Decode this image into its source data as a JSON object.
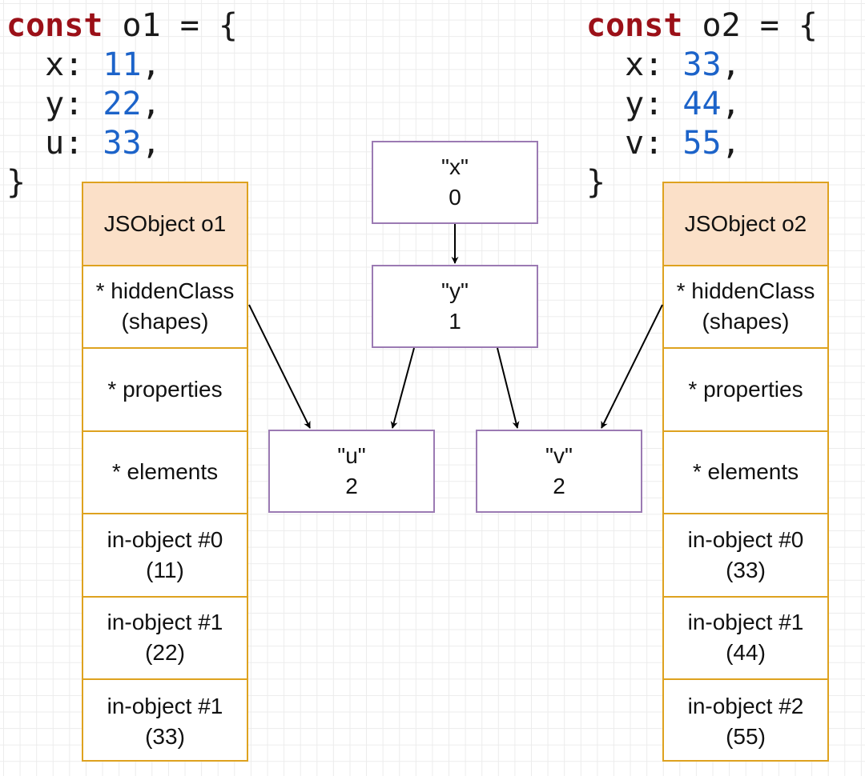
{
  "code_o1": {
    "keyword": "const",
    "decl": " o1 = {",
    "props": [
      {
        "key": "  x: ",
        "value": "11",
        "suffix": ","
      },
      {
        "key": "  y: ",
        "value": "22",
        "suffix": ","
      },
      {
        "key": "  u: ",
        "value": "33",
        "suffix": ","
      }
    ],
    "close": "}"
  },
  "code_o2": {
    "keyword": "const",
    "decl": " o2 = {",
    "props": [
      {
        "key": "  x: ",
        "value": "33",
        "suffix": ","
      },
      {
        "key": "  y: ",
        "value": "44",
        "suffix": ","
      },
      {
        "key": "  v: ",
        "value": "55",
        "suffix": ","
      }
    ],
    "close": "}"
  },
  "object_o1": {
    "title": "JSObject o1",
    "cells": [
      "* hiddenClass\n(shapes)",
      "* properties",
      "* elements",
      "in-object #0\n(11)",
      "in-object #1\n(22)",
      "in-object #1\n(33)"
    ]
  },
  "object_o2": {
    "title": "JSObject o2",
    "cells": [
      "* hiddenClass\n(shapes)",
      "* properties",
      "* elements",
      "in-object #0\n(33)",
      "in-object #1\n(44)",
      "in-object #2\n(55)"
    ]
  },
  "shapes": {
    "x": {
      "name": "\"x\"",
      "offset": "0"
    },
    "y": {
      "name": "\"y\"",
      "offset": "1"
    },
    "u": {
      "name": "\"u\"",
      "offset": "2"
    },
    "v": {
      "name": "\"v\"",
      "offset": "2"
    }
  },
  "colors": {
    "keyword": "#9b1018",
    "number": "#1c63c9",
    "object_border": "#dea21f",
    "object_header": "#fbe0c8",
    "shape_border": "#9b7ab3"
  }
}
